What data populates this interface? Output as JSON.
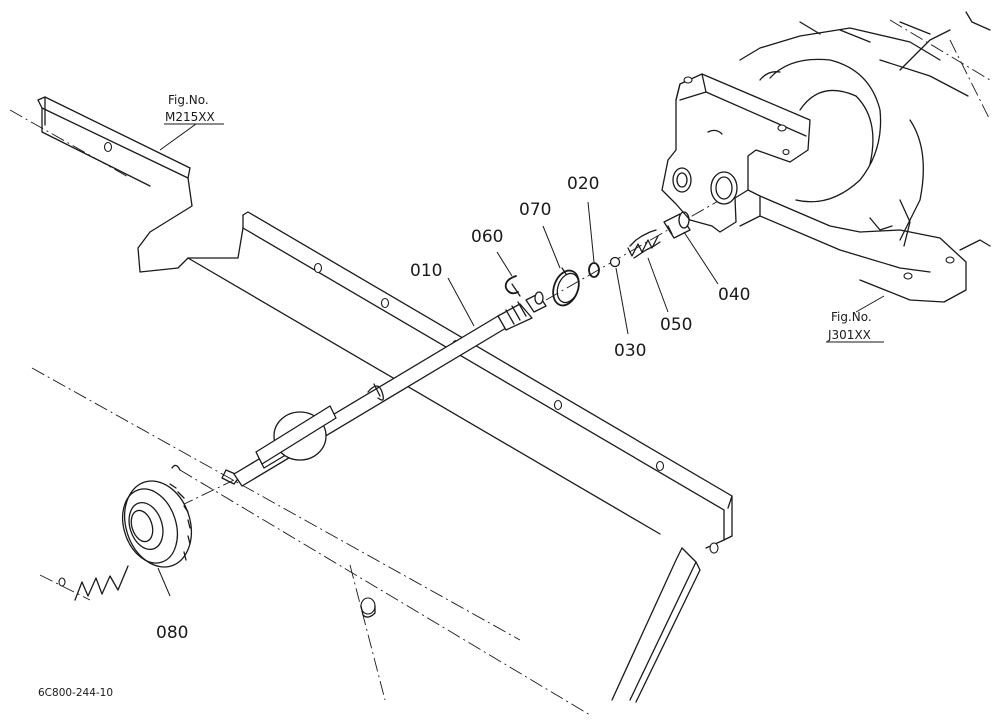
{
  "figure_refs": {
    "left": {
      "label": "Fig.No.",
      "code": "M215XX"
    },
    "right": {
      "label": "Fig.No.",
      "code": "J301XX"
    }
  },
  "parts": {
    "p010": "010",
    "p020": "020",
    "p030": "030",
    "p040": "040",
    "p050": "050",
    "p060": "060",
    "p070": "070",
    "p080": "080"
  },
  "drawing_code": "6C800-244-10"
}
